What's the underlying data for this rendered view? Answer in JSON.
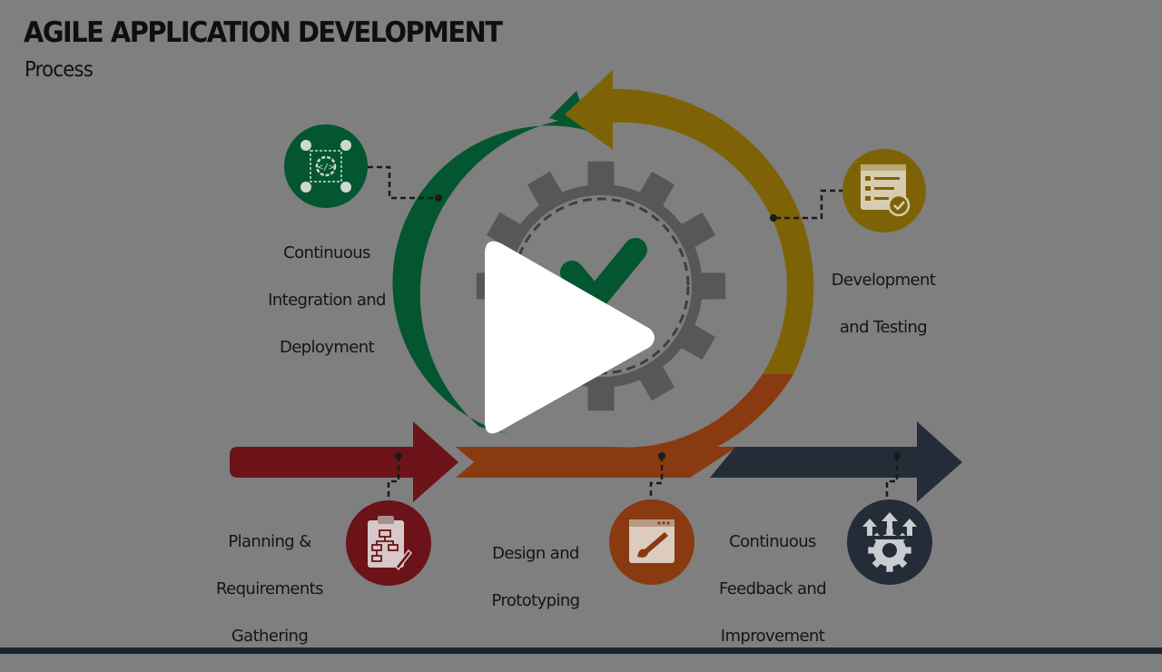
{
  "slide": {
    "title": "AGILE APPLICATION DEVELOPMENT",
    "subtitle": "Process"
  },
  "stages": {
    "planning": {
      "lines": [
        "Planning &",
        "Requirements",
        "Gathering"
      ],
      "color": "#6b1318",
      "icon": "clipboard-flowchart-icon"
    },
    "design": {
      "lines": [
        "Design and",
        "Prototyping"
      ],
      "color": "#8a3a10",
      "icon": "browser-paintbrush-icon"
    },
    "development": {
      "lines": [
        "Development",
        "and Testing"
      ],
      "color": "#7e6306",
      "icon": "checklist-document-icon"
    },
    "integration": {
      "lines": [
        "Continuous",
        "Integration and",
        "Deployment"
      ],
      "color": "#03562f",
      "icon": "code-network-icon"
    },
    "feedback": {
      "lines": [
        "Continuous",
        "Feedback and",
        "Improvement"
      ],
      "color": "#242c38",
      "icon": "gear-arrows-up-icon"
    }
  },
  "center": {
    "gear_color": "#575757",
    "check_color": "#03562f",
    "icon": "gear-checkmark-icon"
  },
  "overlay": {
    "icon": "play-icon",
    "color": "#ffffff"
  }
}
